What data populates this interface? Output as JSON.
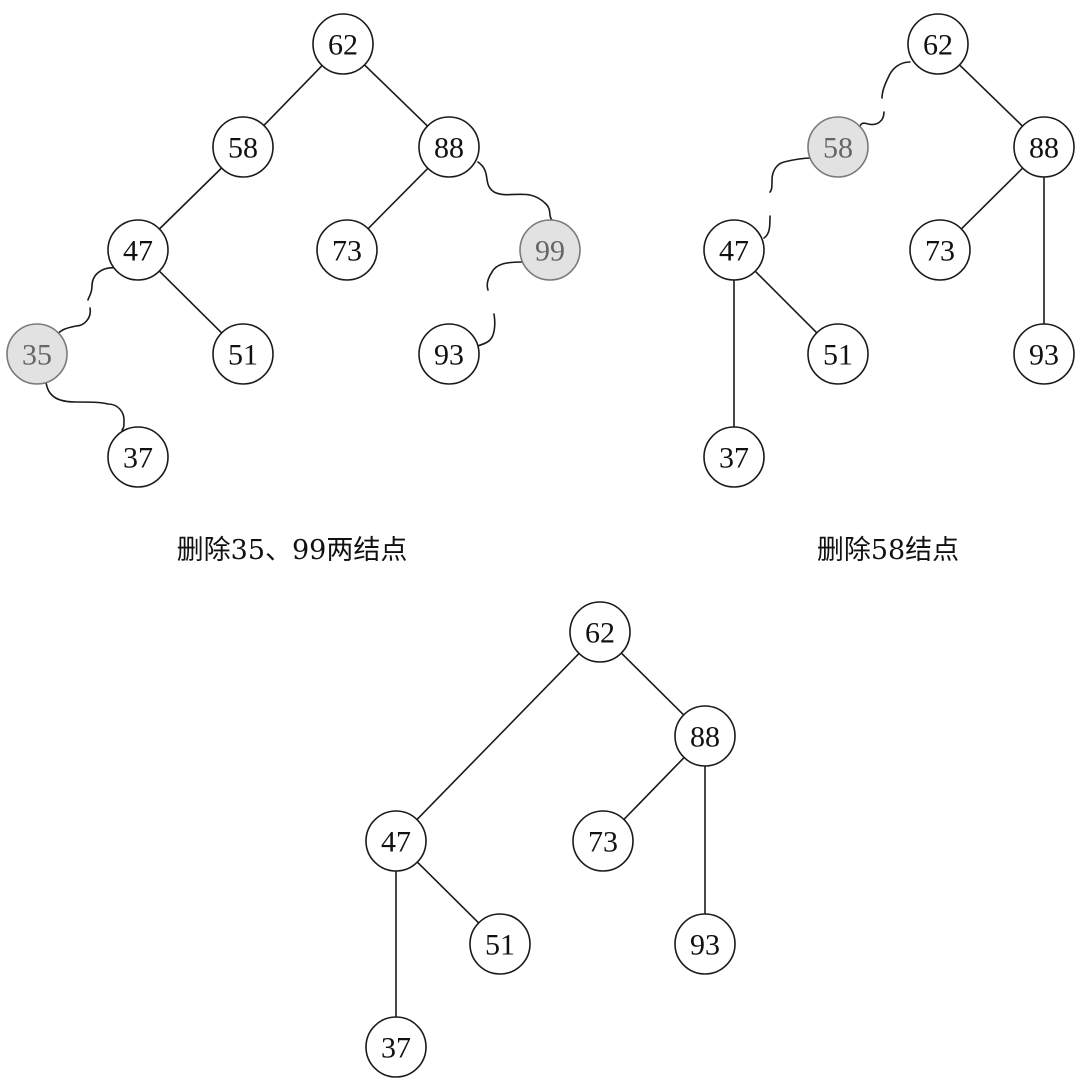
{
  "diagrams": [
    {
      "caption": "删除35、99两结点",
      "nodes": [
        {
          "id": "62",
          "label": "62",
          "deleted": false
        },
        {
          "id": "58",
          "label": "58",
          "deleted": false
        },
        {
          "id": "88",
          "label": "88",
          "deleted": false
        },
        {
          "id": "47",
          "label": "47",
          "deleted": false
        },
        {
          "id": "73",
          "label": "73",
          "deleted": false
        },
        {
          "id": "99",
          "label": "99",
          "deleted": true
        },
        {
          "id": "35",
          "label": "35",
          "deleted": true
        },
        {
          "id": "51",
          "label": "51",
          "deleted": false
        },
        {
          "id": "93",
          "label": "93",
          "deleted": false
        },
        {
          "id": "37",
          "label": "37",
          "deleted": false
        }
      ],
      "edges": [
        {
          "from": "62",
          "to": "58",
          "style": "solid"
        },
        {
          "from": "62",
          "to": "88",
          "style": "solid"
        },
        {
          "from": "58",
          "to": "47",
          "style": "solid"
        },
        {
          "from": "88",
          "to": "73",
          "style": "solid"
        },
        {
          "from": "88",
          "to": "99",
          "style": "broken"
        },
        {
          "from": "47",
          "to": "35",
          "style": "broken"
        },
        {
          "from": "47",
          "to": "51",
          "style": "solid"
        },
        {
          "from": "99",
          "to": "93",
          "style": "broken"
        },
        {
          "from": "35",
          "to": "37",
          "style": "broken"
        }
      ]
    },
    {
      "caption": "删除58结点",
      "nodes": [
        {
          "id": "62",
          "label": "62",
          "deleted": false
        },
        {
          "id": "58",
          "label": "58",
          "deleted": true
        },
        {
          "id": "88",
          "label": "88",
          "deleted": false
        },
        {
          "id": "47",
          "label": "47",
          "deleted": false
        },
        {
          "id": "73",
          "label": "73",
          "deleted": false
        },
        {
          "id": "93",
          "label": "93",
          "deleted": false
        },
        {
          "id": "51",
          "label": "51",
          "deleted": false
        },
        {
          "id": "37",
          "label": "37",
          "deleted": false
        }
      ],
      "edges": [
        {
          "from": "62",
          "to": "58",
          "style": "broken"
        },
        {
          "from": "62",
          "to": "88",
          "style": "solid"
        },
        {
          "from": "58",
          "to": "47",
          "style": "broken"
        },
        {
          "from": "88",
          "to": "73",
          "style": "solid"
        },
        {
          "from": "88",
          "to": "93",
          "style": "solid"
        },
        {
          "from": "47",
          "to": "51",
          "style": "solid"
        },
        {
          "from": "47",
          "to": "37",
          "style": "solid"
        }
      ]
    },
    {
      "caption": "",
      "nodes": [
        {
          "id": "62",
          "label": "62",
          "deleted": false
        },
        {
          "id": "88",
          "label": "88",
          "deleted": false
        },
        {
          "id": "47",
          "label": "47",
          "deleted": false
        },
        {
          "id": "73",
          "label": "73",
          "deleted": false
        },
        {
          "id": "51",
          "label": "51",
          "deleted": false
        },
        {
          "id": "93",
          "label": "93",
          "deleted": false
        },
        {
          "id": "37",
          "label": "37",
          "deleted": false
        }
      ],
      "edges": [
        {
          "from": "62",
          "to": "47",
          "style": "solid"
        },
        {
          "from": "62",
          "to": "88",
          "style": "solid"
        },
        {
          "from": "88",
          "to": "73",
          "style": "solid"
        },
        {
          "from": "88",
          "to": "93",
          "style": "solid"
        },
        {
          "from": "47",
          "to": "51",
          "style": "solid"
        },
        {
          "from": "47",
          "to": "37",
          "style": "solid"
        }
      ]
    }
  ],
  "colors": {
    "line": "#1a1a1a",
    "node_fill": "#ffffff",
    "deleted_fill": "#e2e2e2",
    "deleted_stroke": "#7a7a7a",
    "deleted_text": "#666666",
    "text": "#111111"
  }
}
